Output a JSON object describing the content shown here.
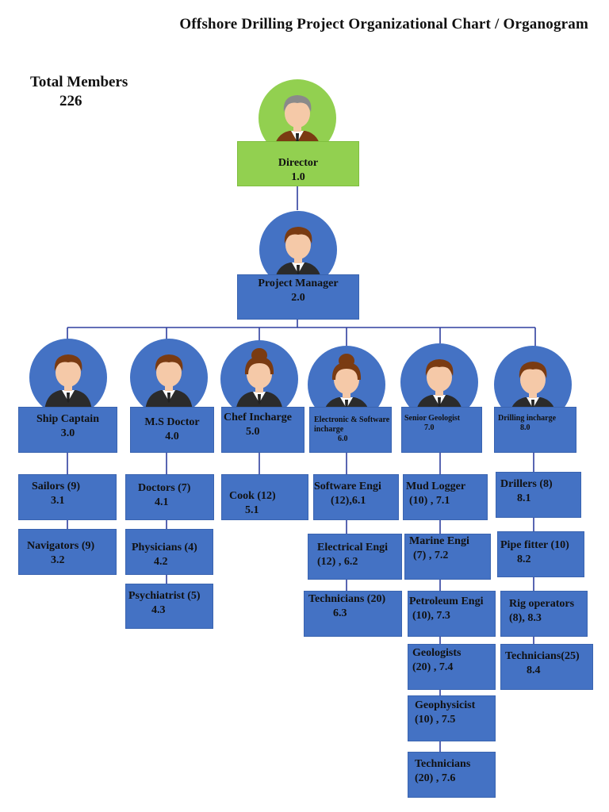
{
  "title": "Offshore Drilling Project Organizational Chart / Organogram",
  "total": {
    "label": "Total Members",
    "value": "226"
  },
  "colors": {
    "box_blue": "#4472c4",
    "box_green": "#92d050",
    "circle_blue": "#4472c4",
    "circle_green": "#92d050",
    "line": "#2f3f9f"
  },
  "director": {
    "title": "Director",
    "code": "1.0"
  },
  "project_manager": {
    "title": "Project Manager",
    "code": "2.0"
  },
  "departments": [
    {
      "title": "Ship Captain",
      "code": "3.0",
      "avatar": "male",
      "children": [
        {
          "line1": "Sailors (9)",
          "line2": "3.1"
        },
        {
          "line1": "Navigators (9)",
          "line2": "3.2"
        }
      ]
    },
    {
      "title": "M.S Doctor",
      "code": "4.0",
      "avatar": "male",
      "children": [
        {
          "line1": "Doctors (7)",
          "line2": "4.1"
        },
        {
          "line1": "Physicians (4)",
          "line2": "4.2"
        },
        {
          "line1": "Psychiatrist (5)",
          "line2": "4.3"
        }
      ]
    },
    {
      "title": "Chef Incharge",
      "code": "5.0",
      "avatar": "female",
      "children": [
        {
          "line1": "Cook (12)",
          "line2": "5.1"
        }
      ]
    },
    {
      "title": "Electronic & Software incharge",
      "code": "6.0",
      "avatar": "female",
      "children": [
        {
          "line1": "Software Engi",
          "line2": "(12),6.1"
        },
        {
          "line1": "Electrical Engi",
          "line2": "(12) , 6.2"
        },
        {
          "line1": "Technicians (20)",
          "line2": "6.3"
        }
      ]
    },
    {
      "title": "Senior Geologist",
      "code": "7.0",
      "avatar": "male",
      "children": [
        {
          "line1": "Mud Logger",
          "line2": "(10) , 7.1"
        },
        {
          "line1": "Marine Engi",
          "line2": "(7) , 7.2"
        },
        {
          "line1": "Petroleum Engi",
          "line2": "(10), 7.3"
        },
        {
          "line1": "Geologists",
          "line2": "(20) , 7.4"
        },
        {
          "line1": "Geophysicist",
          "line2": "(10) , 7.5"
        },
        {
          "line1": "Technicians",
          "line2": "(20) , 7.6"
        }
      ]
    },
    {
      "title": "Drilling incharge",
      "code": "8.0",
      "avatar": "male",
      "children": [
        {
          "line1": "Drillers (8)",
          "line2": "8.1"
        },
        {
          "line1": "Pipe fitter (10)",
          "line2": "8.2"
        },
        {
          "line1": "Rig operators",
          "line2": "(8), 8.3"
        },
        {
          "line1": "Technicians(25)",
          "line2": "8.4"
        }
      ]
    }
  ]
}
